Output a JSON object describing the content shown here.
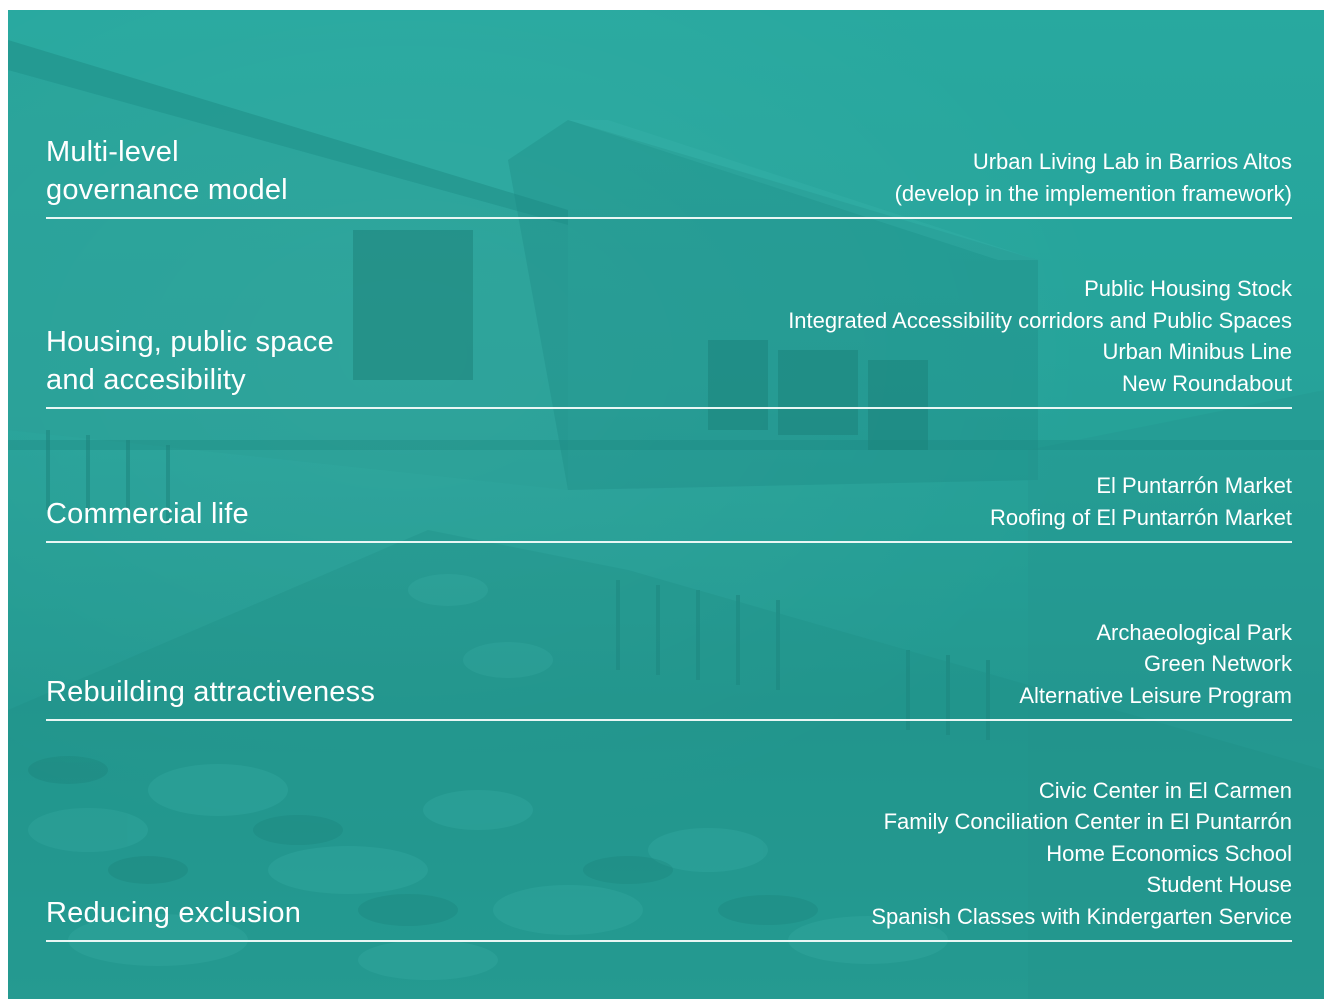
{
  "sections": [
    {
      "title": "Multi-level\ngovernance model",
      "items": [
        "Urban Living Lab in Barrios Altos",
        "(develop in the implemention framework)"
      ]
    },
    {
      "title": "Housing, public space\nand accesibility",
      "items": [
        "Public Housing Stock",
        "Integrated Accessibility corridors and Public Spaces",
        "Urban Minibus Line",
        "New Roundabout"
      ]
    },
    {
      "title": "Commercial life",
      "items": [
        "El Puntarrón Market",
        "Roofing of El Puntarrón Market"
      ]
    },
    {
      "title": "Rebuilding attractiveness",
      "items": [
        "Archaeological Park",
        "Green Network",
        "Alternative Leisure Program"
      ]
    },
    {
      "title": "Reducing exclusion",
      "items": [
        "Civic Center in El Carmen",
        "Family Conciliation Center in El Puntarrón",
        "Home Economics School",
        "Student House",
        "Spanish Classes with Kindergarten Service"
      ]
    }
  ],
  "colors": {
    "background_teal": "#27a39a",
    "text": "#ffffff",
    "rule": "#e9f7f5"
  }
}
